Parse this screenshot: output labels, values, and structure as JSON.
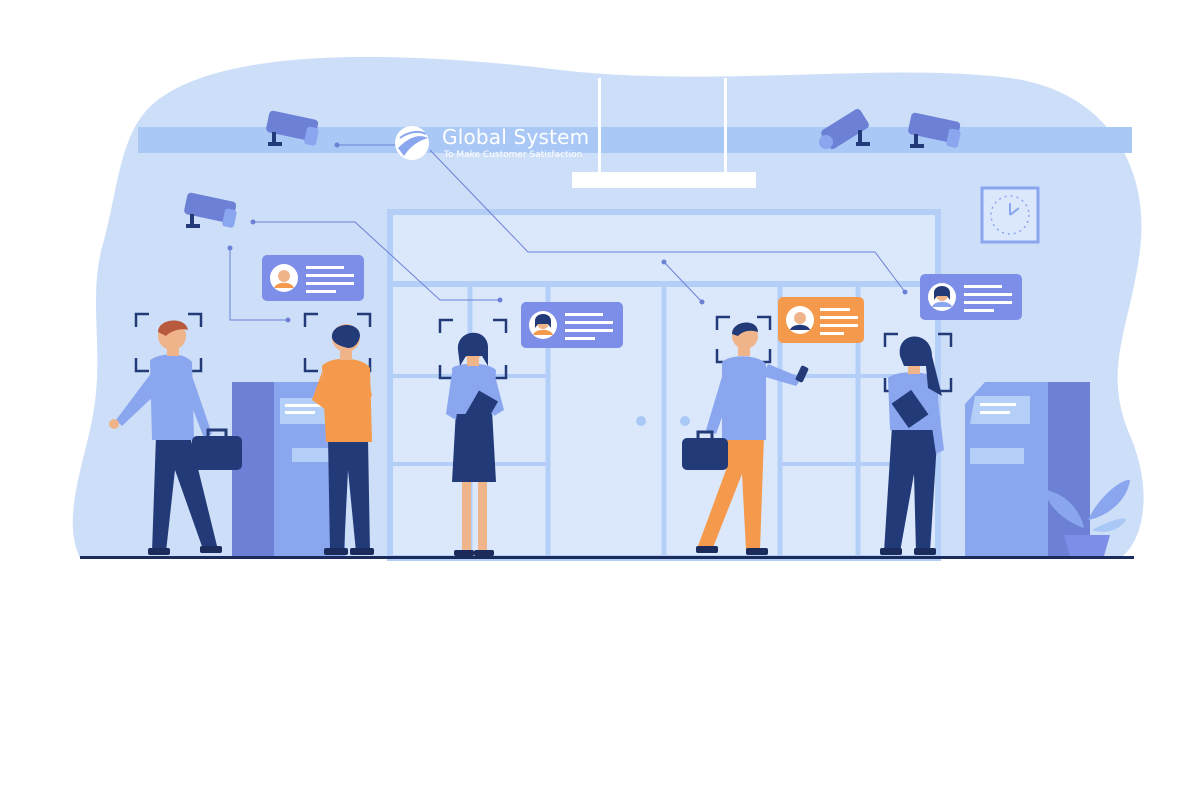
{
  "logo": {
    "title": "Global System",
    "tagline": "To Make Customer Satisfaction"
  },
  "colors": {
    "background_blob": "#cddff8",
    "ceiling_band": "#a9c8f6",
    "door_frame": "#b3cef7",
    "door_glass": "#dbe8fc",
    "kiosk": "#7f96e6",
    "kiosk_dark": "#6c81d6",
    "id_card_blue": "#7d8ee8",
    "id_card_orange": "#f59a4c",
    "navy": "#233a78",
    "orange": "#f59a4c",
    "light_blue_shirt": "#8aa6ef"
  },
  "scene": {
    "cameras": [
      "security-camera-icon",
      "security-camera-icon",
      "security-camera-icon",
      "security-camera-icon"
    ],
    "people": [
      "walking-man-with-briefcase",
      "man-in-orange-shirt",
      "woman-with-folder",
      "man-with-phone-and-briefcase",
      "woman-with-tablet"
    ],
    "props": [
      "atm-kiosk-left",
      "atm-kiosk-right",
      "wall-clock-icon",
      "potted-plant-icon",
      "ceiling-light"
    ]
  }
}
